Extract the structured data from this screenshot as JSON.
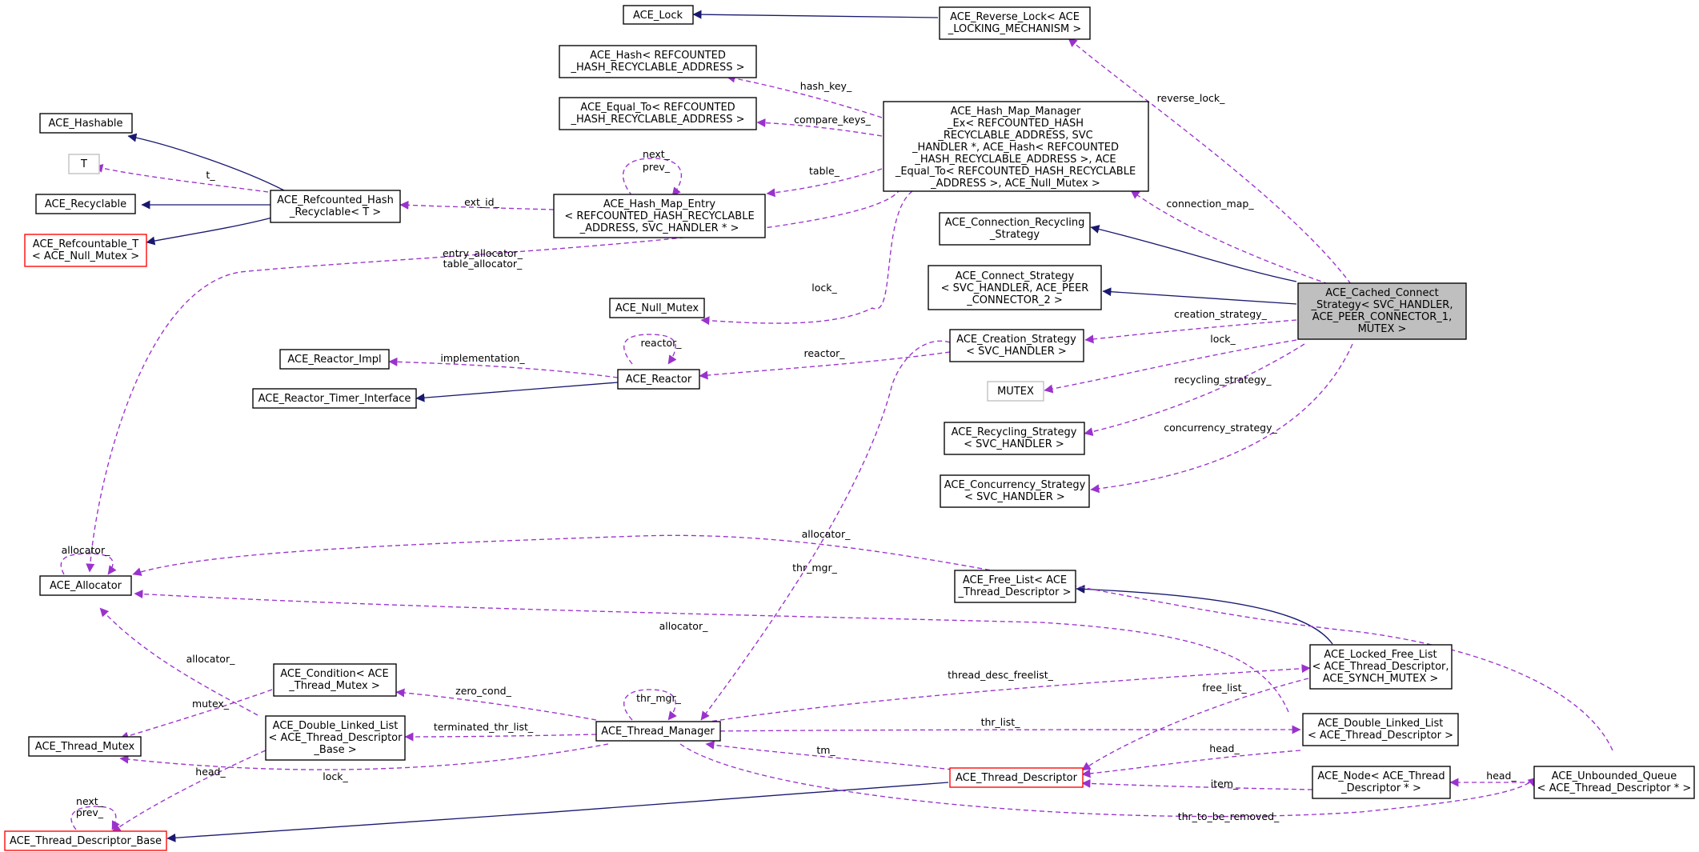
{
  "colors": {
    "inherit": "#191970",
    "use": "#9a32cd",
    "focus_fill": "#bfbfbf",
    "missing_border": "#ff0000",
    "external_border": "#bfbfbf"
  },
  "nodes": {
    "ace_lock": [
      "ACE_Lock"
    ],
    "reverse_lock": [
      "ACE_Reverse_Lock< ACE",
      "_LOCKING_MECHANISM >"
    ],
    "hash": [
      "ACE_Hash< REFCOUNTED",
      "_HASH_RECYCLABLE_ADDRESS >"
    ],
    "equal_to": [
      "ACE_Equal_To< REFCOUNTED",
      "_HASH_RECYCLABLE_ADDRESS >"
    ],
    "hash_map_manager": [
      "ACE_Hash_Map_Manager",
      "_Ex< REFCOUNTED_HASH",
      "_RECYCLABLE_ADDRESS, SVC",
      "_HANDLER *, ACE_Hash< REFCOUNTED",
      "_HASH_RECYCLABLE_ADDRESS >, ACE",
      "_Equal_To< REFCOUNTED_HASH_RECYCLABLE",
      "_ADDRESS >, ACE_Null_Mutex >"
    ],
    "hashable": [
      "ACE_Hashable"
    ],
    "t": [
      "T"
    ],
    "recyclable": [
      "ACE_Recyclable"
    ],
    "refcountable": [
      "ACE_Refcountable_T",
      "< ACE_Null_Mutex >"
    ],
    "refcounted_hash": [
      "ACE_Refcounted_Hash",
      "_Recyclable< T >"
    ],
    "hash_map_entry": [
      "ACE_Hash_Map_Entry",
      "< REFCOUNTED_HASH_RECYCLABLE",
      "_ADDRESS, SVC_HANDLER * >"
    ],
    "connection_recycling": [
      "ACE_Connection_Recycling",
      "_Strategy"
    ],
    "connect_strategy": [
      "ACE_Connect_Strategy",
      "< SVC_HANDLER, ACE_PEER",
      "_CONNECTOR_2 >"
    ],
    "cached_connect": [
      "ACE_Cached_Connect",
      "_Strategy< SVC_HANDLER,",
      "ACE_PEER_CONNECTOR_1,",
      "MUTEX >"
    ],
    "null_mutex": [
      "ACE_Null_Mutex"
    ],
    "reactor_impl": [
      "ACE_Reactor_Impl"
    ],
    "reactor": [
      "ACE_Reactor"
    ],
    "creation_strategy": [
      "ACE_Creation_Strategy",
      "< SVC_HANDLER >"
    ],
    "reactor_timer": [
      "ACE_Reactor_Timer_Interface"
    ],
    "mutex": [
      "MUTEX"
    ],
    "recycling_strategy": [
      "ACE_Recycling_Strategy",
      "< SVC_HANDLER >"
    ],
    "concurrency_strategy": [
      "ACE_Concurrency_Strategy",
      "< SVC_HANDLER >"
    ],
    "allocator": [
      "ACE_Allocator"
    ],
    "free_list": [
      "ACE_Free_List< ACE",
      "_Thread_Descriptor >"
    ],
    "condition": [
      "ACE_Condition< ACE",
      "_Thread_Mutex >"
    ],
    "locked_free_list": [
      "ACE_Locked_Free_List",
      "< ACE_Thread_Descriptor,",
      "ACE_SYNCH_MUTEX >"
    ],
    "thread_mutex": [
      "ACE_Thread_Mutex"
    ],
    "dll_base": [
      "ACE_Double_Linked_List",
      "< ACE_Thread_Descriptor",
      "_Base >"
    ],
    "thread_manager": [
      "ACE_Thread_Manager"
    ],
    "dll_td": [
      "ACE_Double_Linked_List",
      "< ACE_Thread_Descriptor >"
    ],
    "thread_descriptor": [
      "ACE_Thread_Descriptor"
    ],
    "node": [
      "ACE_Node< ACE_Thread",
      "_Descriptor * >"
    ],
    "unbounded_queue": [
      "ACE_Unbounded_Queue",
      "< ACE_Thread_Descriptor * >"
    ],
    "td_base": [
      "ACE_Thread_Descriptor_Base"
    ]
  },
  "edge_labels": {
    "reverse_lock": "reverse_lock_",
    "hash_key": "hash_key_",
    "compare_keys": "compare_keys_",
    "next_prev_entry": [
      "next_",
      "prev_"
    ],
    "table": "table_",
    "t": "t_",
    "ext_id": "ext_id_",
    "connection_map": "connection_map_",
    "entry_table_allocator": [
      "entry_allocator_",
      "table_allocator_"
    ],
    "lock_null": "lock_",
    "reactor_self": "reactor_",
    "implementation": "implementation_",
    "reactor": "reactor_",
    "creation_strategy": "creation_strategy_",
    "lock_mutex": "lock_",
    "recycling_strategy": "recycling_strategy_",
    "concurrency_strategy": "concurrency_strategy_",
    "allocator_self": "allocator_",
    "allocator_queue": "allocator_",
    "thr_mgr": "thr_mgr_",
    "allocator_list": "allocator_",
    "allocator_base": "allocator_",
    "thr_mgr_self": "thr_mgr_",
    "zero_cond": "zero_cond_",
    "thread_desc_freelist": "thread_desc_freelist_",
    "mutex": "mutex_",
    "free_list": "free_list_",
    "terminated_thr_list": "terminated_thr_list_",
    "thr_list": "thr_list_",
    "head_dll": "head_",
    "tm": "tm_",
    "head_base": "head_",
    "lock_td": "lock_",
    "item": "item_",
    "head_queue": "head_",
    "thr_to_be_removed": "thr_to_be_removed_",
    "next_prev_base": [
      "next_",
      "prev_"
    ]
  }
}
